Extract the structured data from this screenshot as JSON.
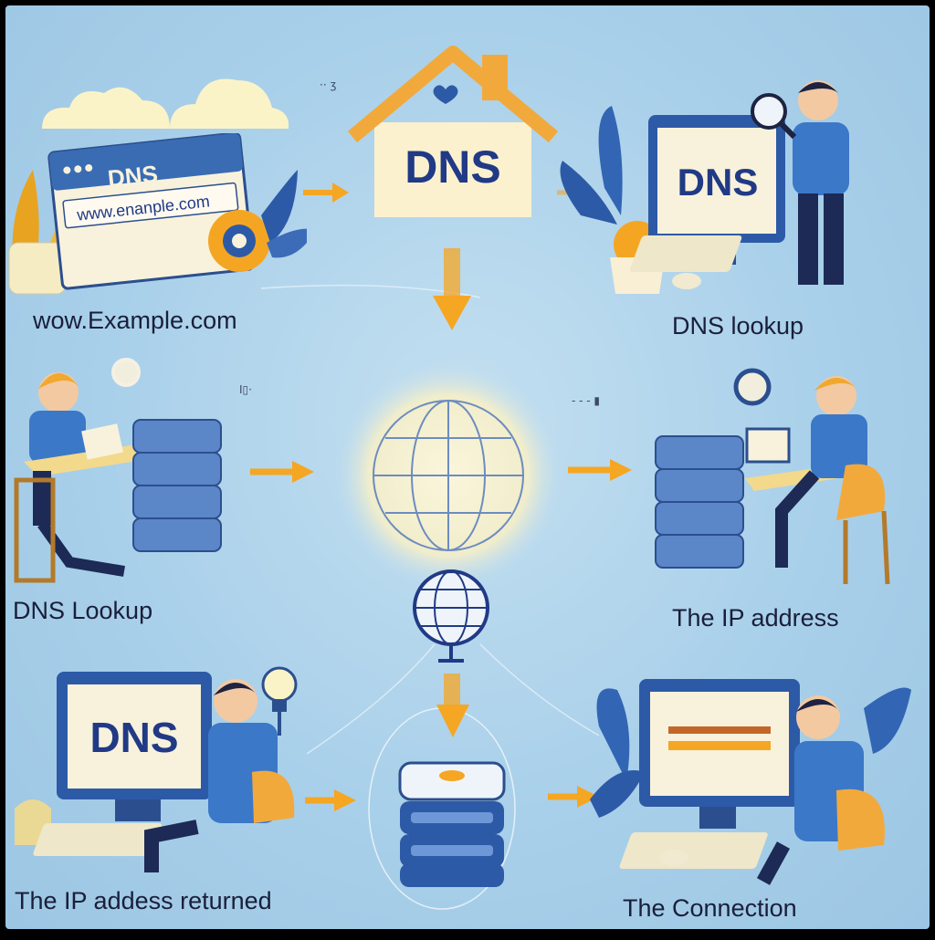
{
  "panels": {
    "browser": {
      "tab_title": "DNS",
      "url": "www.enanple.com",
      "caption": "wow.Example.com"
    },
    "house": {
      "label": "DNS"
    },
    "lookup_top": {
      "screen_label": "DNS",
      "caption": "DNS lookup"
    },
    "lookup_left": {
      "caption": "DNS Lookup"
    },
    "ip_address": {
      "caption": "The IP address"
    },
    "ip_returned": {
      "screen_label": "DNS",
      "caption": "The IP addess returned"
    },
    "connection": {
      "caption": "The Connection"
    }
  },
  "icons": [
    "cloud-icon",
    "house-icon",
    "heart-icon",
    "magnifier-icon",
    "globe-icon",
    "server-stack-icon",
    "lightbulb-icon",
    "arrow-icon",
    "plant-icon",
    "gear-icon"
  ],
  "colors": {
    "background": "#a9d0ea",
    "accent_orange": "#f5a623",
    "dns_blue": "#213a86",
    "screen_blue": "#2a5aa8"
  }
}
